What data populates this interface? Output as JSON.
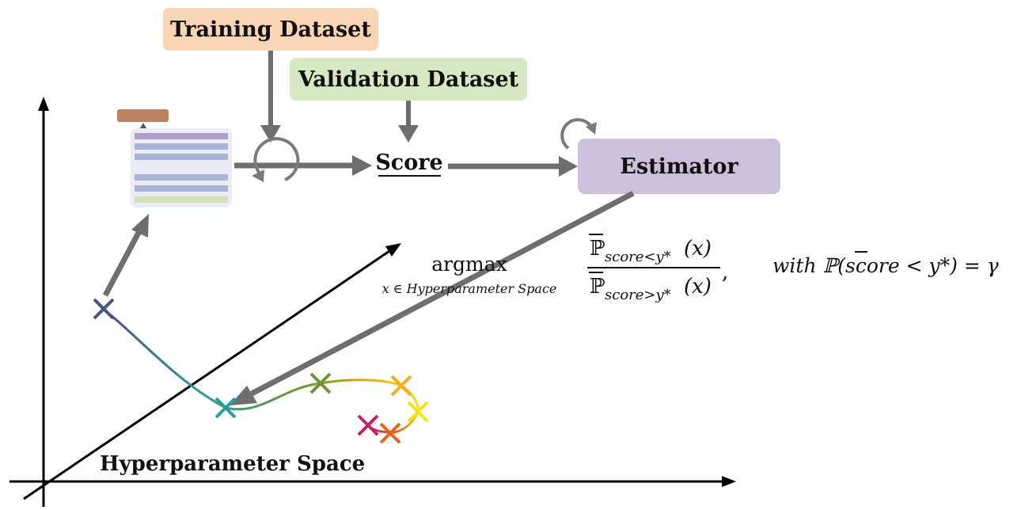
{
  "boxes": {
    "training": {
      "label": "Training Dataset",
      "color": "#fad5b4"
    },
    "validation": {
      "label": "Validation Dataset",
      "color": "#d6e7c3"
    },
    "estimator": {
      "label": "Estimator",
      "color": "#cbc1dd"
    }
  },
  "score": {
    "label": "Score"
  },
  "space": {
    "label": "Hyperparameter Space"
  },
  "formula": {
    "argmax": "argmax",
    "subscript": "x ∈ Hyperparameter Space",
    "num_p": "ℙ",
    "num_sub": "score<y*",
    "num_arg": "(x)",
    "den_p": "ℙ",
    "den_sub": "score>y*",
    "den_arg": "(x)",
    "comma": ",",
    "constraint": "with ℙ(score < y*) = γ"
  },
  "colors": {
    "arrow_gray": "#6e6e6e",
    "loop_gray": "#7a7a7a",
    "axis": "#000000",
    "model_header": "#bb8262",
    "model_bg": "#e9ecf6",
    "model_row_purple": "#b19ec9",
    "model_row_blue": "#a6b5d6",
    "model_row_green": "#d2e2b6"
  },
  "trajectory_markers": [
    {
      "id": "navy",
      "color": "#4b5383"
    },
    {
      "id": "teal",
      "color": "#2f9a9a"
    },
    {
      "id": "olive",
      "color": "#6f9432"
    },
    {
      "id": "gold",
      "color": "#f3ae1a"
    },
    {
      "id": "yellow",
      "color": "#f5e31d"
    },
    {
      "id": "orange",
      "color": "#e4641f"
    },
    {
      "id": "magenta",
      "color": "#c3215f"
    }
  ]
}
